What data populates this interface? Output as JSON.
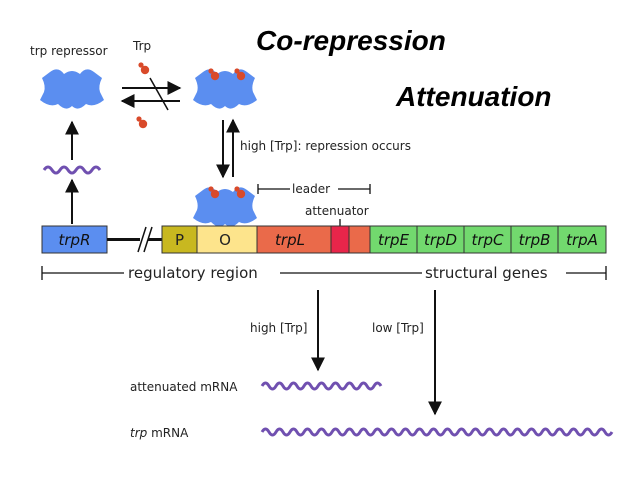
{
  "titles": {
    "corepression": "Co-repression",
    "attenuation": "Attenuation"
  },
  "labels": {
    "trp_repressor": "trp repressor",
    "trp": "Trp",
    "high_trp_repression": "high [Trp]: repression occurs",
    "leader": "leader",
    "attenuator": "attenuator",
    "regulatory_region": "regulatory region",
    "structural_genes": "structural genes",
    "high_trp": "high [Trp]",
    "low_trp": "low [Trp]",
    "attenuated_mrna": "attenuated mRNA",
    "trp_mrna_italic": "trp",
    "trp_mrna_rest": " mRNA"
  },
  "genes": {
    "trpR": "trpR",
    "P": "P",
    "O": "O",
    "trpL": "trpL",
    "trpE": "trpE",
    "trpD": "trpD",
    "trpC": "trpC",
    "trpB": "trpB",
    "trpA": "trpA"
  },
  "colors": {
    "repressor": "#5b8ef0",
    "trp_molecule": "#d94a2a",
    "trpR": "#5b8ef0",
    "promoter": "#c8b820",
    "operator": "#fde48c",
    "trpL": "#ea6a4a",
    "attenuator": "#e8254a",
    "structural": "#72d96e",
    "mrna": "#7050b0"
  }
}
